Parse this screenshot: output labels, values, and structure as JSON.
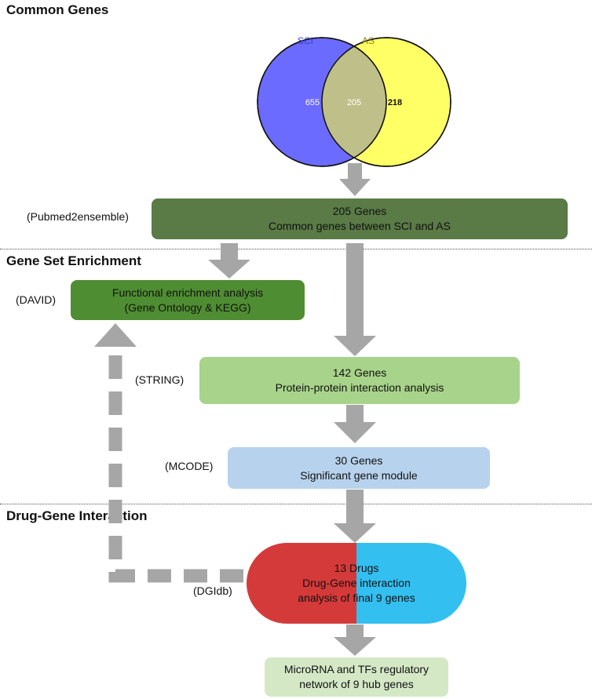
{
  "sections": {
    "common": "Common Genes",
    "enrichment": "Gene Set Enrichment",
    "drug": "Drug-Gene Interaction"
  },
  "venn": {
    "left_label": "SCI",
    "right_label": "AS",
    "left_only": "655",
    "overlap": "205",
    "right_only": "218",
    "colors": {
      "left": "#6b6bff",
      "right": "#ffff66",
      "overlap": "#bfbf8a",
      "left_label": "#3a3ad0",
      "right_label": "#8a8a00"
    }
  },
  "steps": {
    "common": {
      "tool": "(Pubmed2ensemble)",
      "line1": "205 Genes",
      "line2": "Common  genes between SCI and AS",
      "color": "#5a7a46"
    },
    "david": {
      "tool": "(DAVID)",
      "line1": "Functional enrichment analysis",
      "line2": "(Gene Ontology & KEGG)",
      "color": "#4f8d32"
    },
    "string": {
      "tool": "(STRING)",
      "line1": "142 Genes",
      "line2": "Protein-protein interaction analysis",
      "color": "#a8d38a"
    },
    "mcode": {
      "tool": "(MCODE)",
      "line1": "30 Genes",
      "line2": "Significant gene module",
      "color": "#b7d2ec"
    },
    "dgidb": {
      "tool": "(DGIdb)",
      "line1": "13 Drugs",
      "line2": "Drug-Gene interaction",
      "line3": "analysis of final 9 genes",
      "color_left": "#d53a3a",
      "color_right": "#33bff0"
    },
    "mirna": {
      "line1": "MicroRNA and TFs regulatory",
      "line2": "network of  9 hub genes",
      "color": "#d4e8c6"
    }
  },
  "arrow_color": "#a6a6a6"
}
